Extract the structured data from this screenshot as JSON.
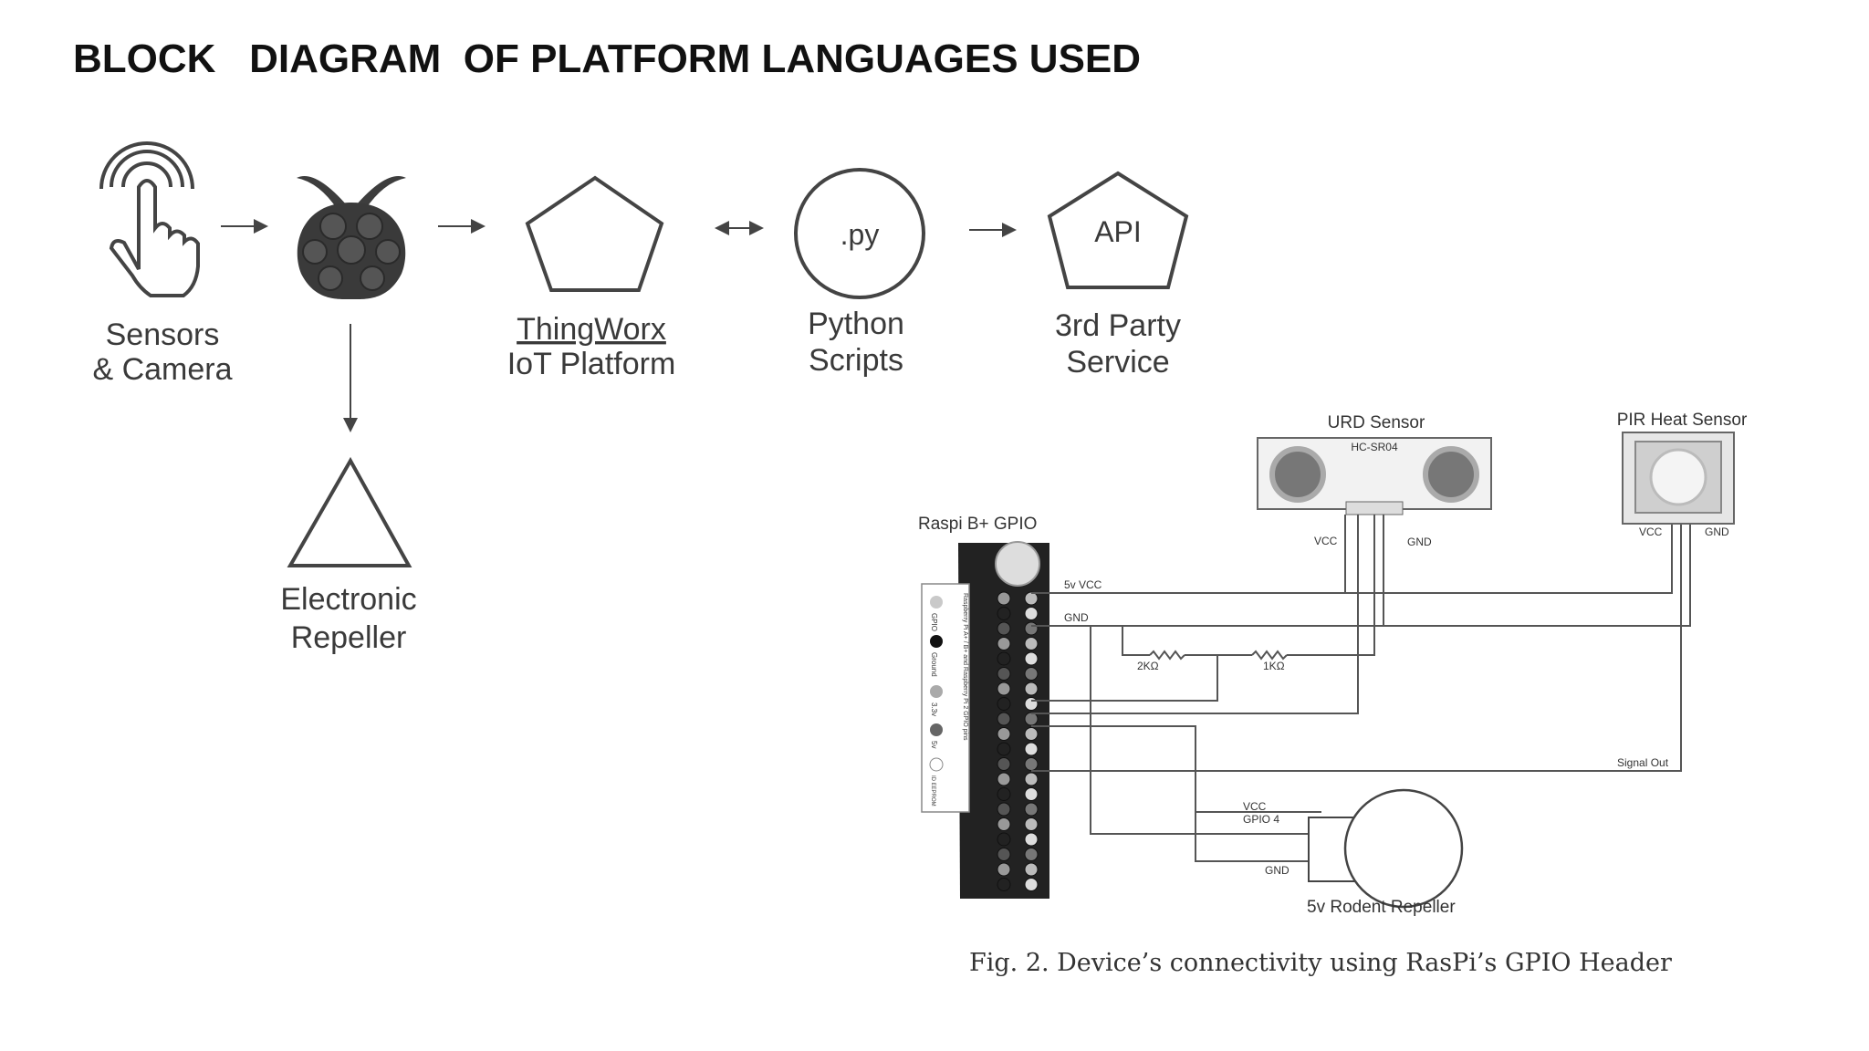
{
  "title": "BLOCK   DIAGRAM  OF PLATFORM LANGUAGES USED",
  "flow": {
    "sensors": {
      "line1": "Sensors",
      "line2": "& Camera"
    },
    "thingworx": {
      "line1": "ThingWorx",
      "line2": "IoT Platform"
    },
    "python": {
      "icon_text": ".py",
      "line1": "Python",
      "line2": "Scripts"
    },
    "api": {
      "icon_text": "API",
      "line1": "3rd Party",
      "line2": "Service"
    },
    "repeller": {
      "line1": "Electronic",
      "line2": "Repeller"
    }
  },
  "circuit": {
    "urd_title": "URD Sensor",
    "urd_model": "HC-SR04",
    "urd_vcc": "VCC",
    "urd_gnd": "GND",
    "pir_title": "PIR Heat Sensor",
    "pir_vcc": "VCC",
    "pir_gnd": "GND",
    "raspi_title": "Raspi B+ GPIO",
    "wire_5v": "5v VCC",
    "wire_gnd": "GND",
    "r1": "2KΩ",
    "r2": "1KΩ",
    "signal_out": "Signal Out",
    "rep_vcc": "VCC",
    "rep_gpio": "GPIO 4",
    "rep_gnd": "GND",
    "rep_title": "5v Rodent Repeller",
    "legend_header": "Raspberry Pi A+ / B+ and Raspberry Pi 2 GPIO pins",
    "legend_items": [
      "GPIO",
      "Ground",
      "3.3v",
      "5v",
      "ID EEPROM"
    ]
  },
  "caption": "Fig. 2.  Device’s connectivity using RasPi’s GPIO Header",
  "colors": {
    "ink": "#3a3a3a",
    "wire": "#555555",
    "board": "#222222"
  }
}
